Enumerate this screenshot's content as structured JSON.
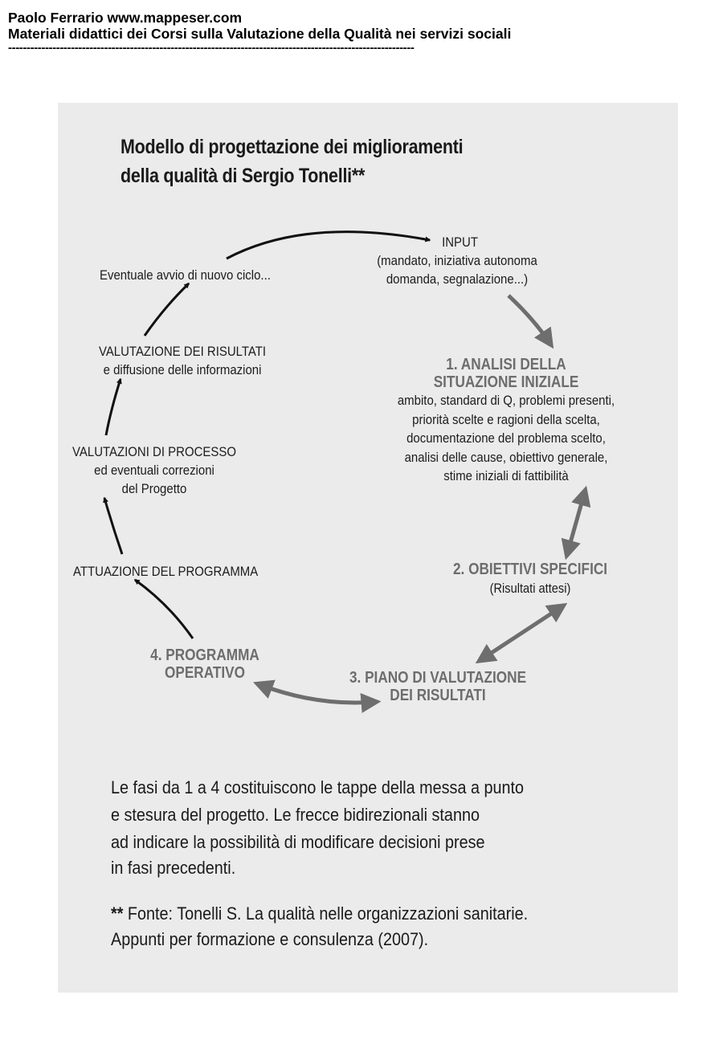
{
  "header": {
    "line1": "Paolo Ferrario www.mappeser.com",
    "line2": "Materiali didattici dei Corsi sulla Valutazione della Qualità nei servizi sociali",
    "rule": "--------------------------------------------------------------------------------------------------------------"
  },
  "title": {
    "line1": "Modello di progettazione dei miglioramenti",
    "line2": "della qualità di Sergio Tonelli**"
  },
  "cycle": {
    "input": {
      "title": "INPUT",
      "lines": [
        "(mandato, iniziativa autonoma",
        "domanda, segnalazione...)"
      ]
    },
    "phase1": {
      "title_lines": [
        "1. ANALISI DELLA",
        "SITUAZIONE INIZIALE"
      ],
      "lines": [
        "ambito, standard di Q, problemi presenti,",
        "priorità scelte e ragioni della scelta,",
        "documentazione del problema scelto,",
        "analisi delle cause, obiettivo generale,",
        "stime iniziali di fattibilità"
      ]
    },
    "phase2": {
      "title": "2. OBIETTIVI SPECIFICI",
      "subtitle": "(Risultati attesi)"
    },
    "phase3": {
      "title_lines": [
        "3. PIANO DI VALUTAZIONE",
        "DEI RISULTATI"
      ]
    },
    "phase4": {
      "title_lines": [
        "4. PROGRAMMA",
        "OPERATIVO"
      ]
    },
    "attuazione": "ATTUAZIONE DEL PROGRAMMA",
    "valutazioni_processo": [
      "VALUTAZIONI DI PROCESSO",
      "ed eventuali correzioni",
      "del Progetto"
    ],
    "valutazione_risultati": [
      "VALUTAZIONE DEI RISULTATI",
      "e diffusione delle informazioni"
    ],
    "nuovo_ciclo": "Eventuale avvio di nuovo ciclo..."
  },
  "note": {
    "lines": [
      "Le fasi da 1 a 4 costituiscono le tappe della messa a punto",
      "e stesura del progetto. Le frecce bidirezionali stanno",
      "ad indicare la possibilità di modificare decisioni prese",
      "in fasi precedenti."
    ]
  },
  "source": {
    "mark": "**",
    "line1": " Fonte: Tonelli S. La qualità nelle organizzazioni sanitarie.",
    "line2": "Appunti per formazione e consulenza (2007)."
  },
  "colors": {
    "scan_bg": "#ebebeb",
    "phase_text": "#6d6d6d",
    "grey_arrow": "#6e6e6e",
    "black_arrow": "#111111"
  }
}
